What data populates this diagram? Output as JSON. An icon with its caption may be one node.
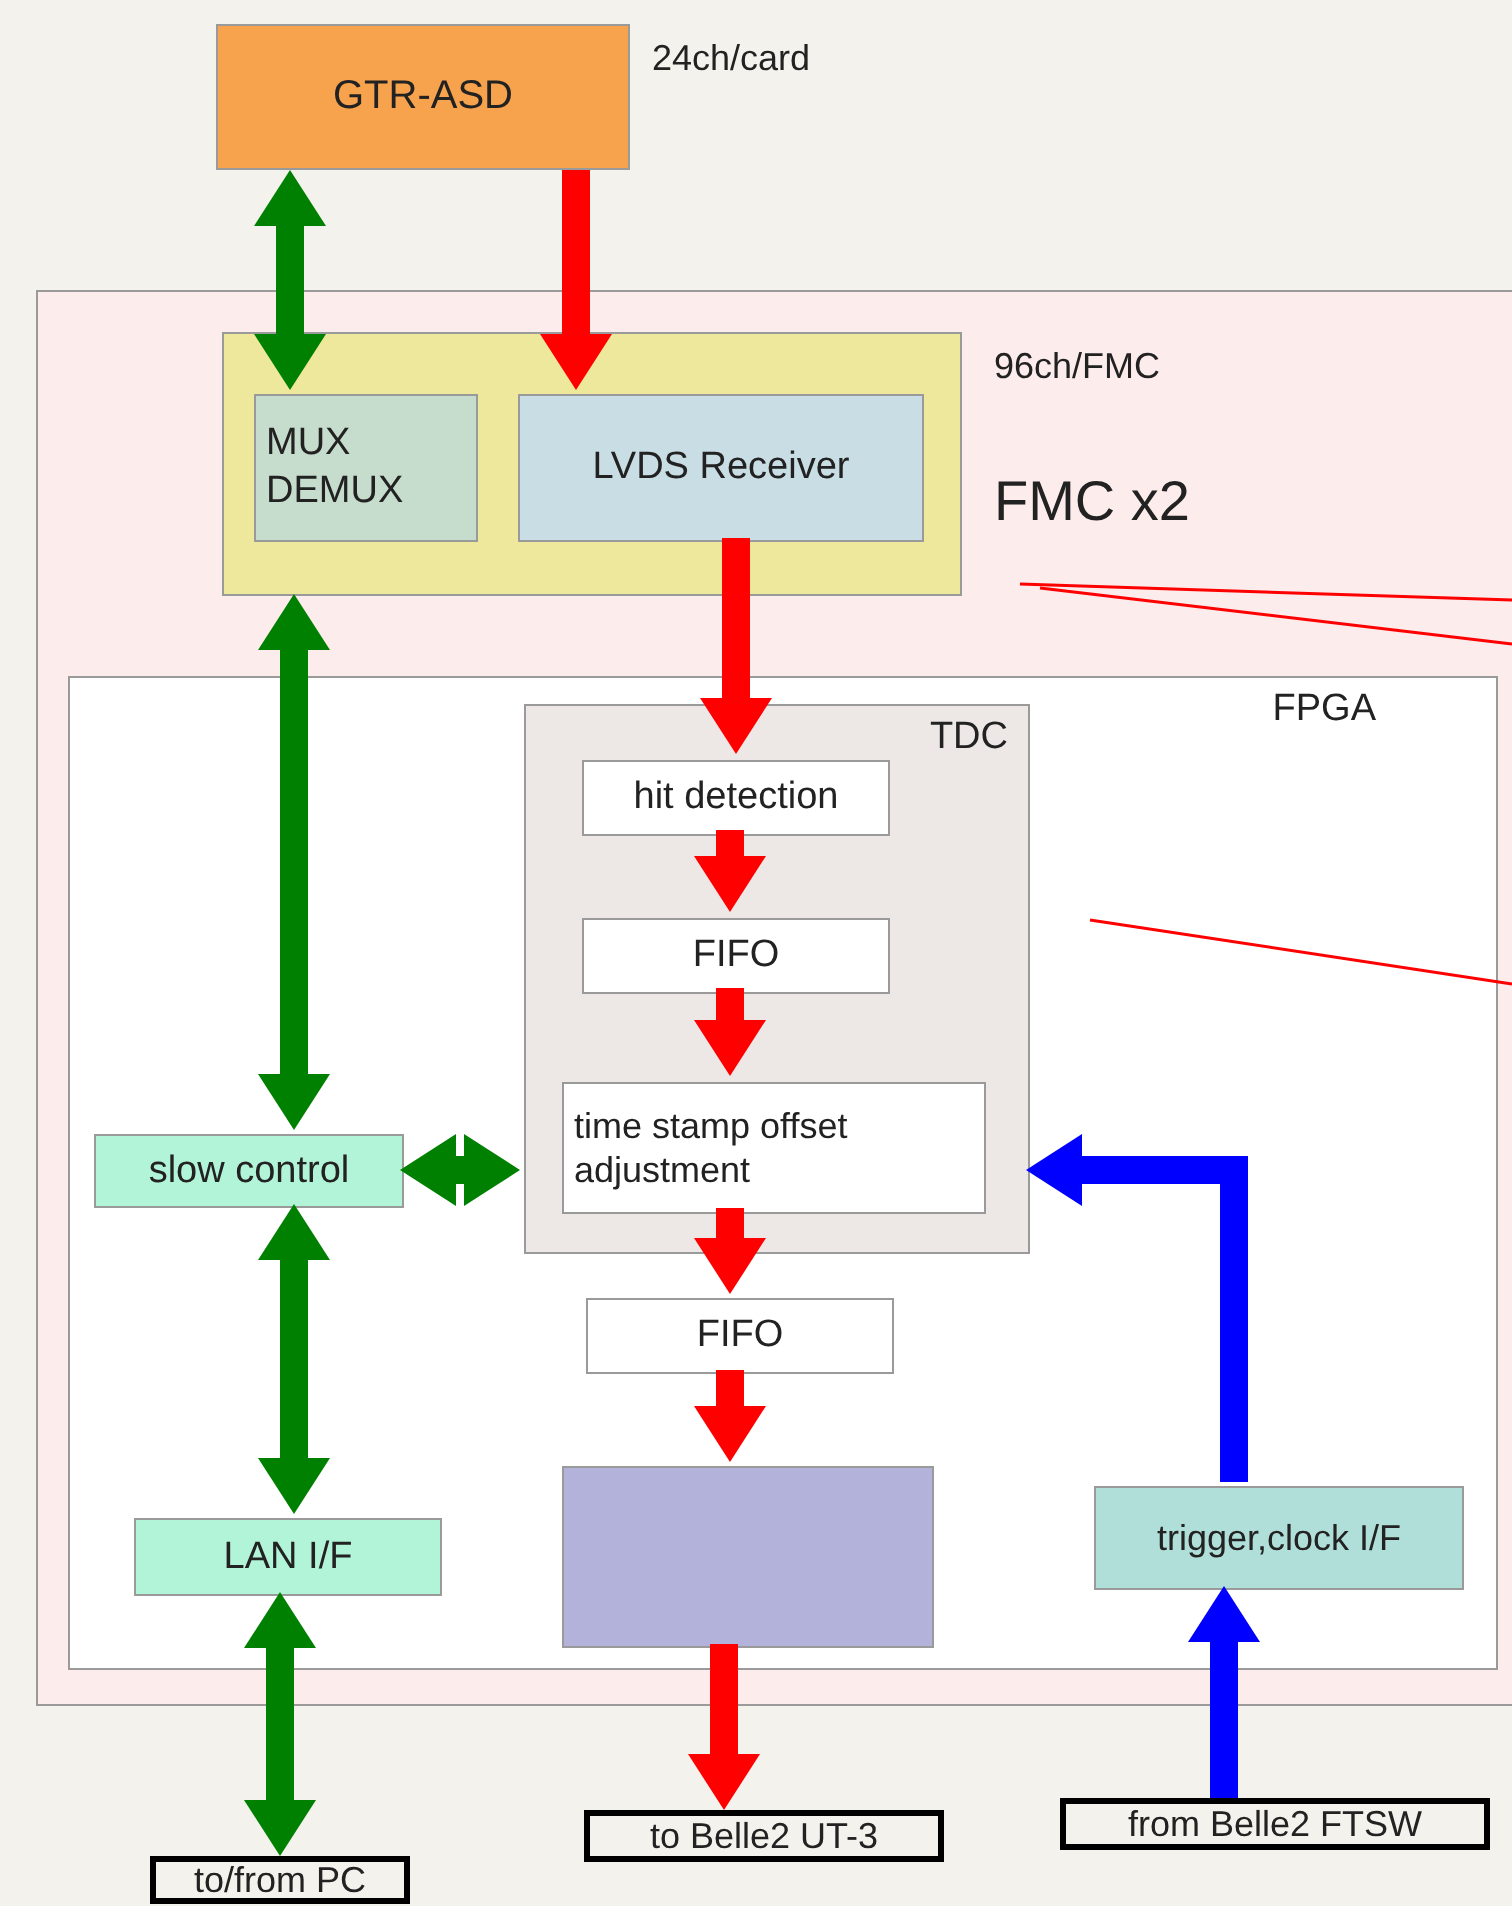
{
  "diagram": {
    "nodes": [
      {
        "text": [
          "GTR-ASD"
        ],
        "beside": [
          "24ch/card"
        ]
      },
      {
        "text": [],
        "shape": "box"
      },
      {
        "text": [],
        "shape": "box",
        "in": 1,
        "beside": [
          "96ch/FMC",
          "FMC x2"
        ]
      },
      {
        "text": [
          "MUX DEMUX"
        ],
        "in": 2
      },
      {
        "text": [
          "LVDS Receiver"
        ],
        "in": 2
      },
      {
        "text": [
          "FPGA"
        ],
        "in": 1
      },
      {
        "text": [
          "TDC"
        ],
        "in": 5
      },
      {
        "text": [
          "hit detection"
        ],
        "in": 6
      },
      {
        "text": [
          "FIFO"
        ],
        "in": 6
      },
      {
        "text": [
          "time stamp offset adjustment"
        ],
        "in": 6
      },
      {
        "text": [
          "slow control"
        ],
        "in": 5
      },
      {
        "text": [
          "FIFO"
        ],
        "in": 5
      },
      {
        "text": [],
        "shape": "box",
        "in": 5
      },
      {
        "text": [
          "LAN I/F"
        ],
        "in": 5
      },
      {
        "text": [
          "trigger,clock I/F"
        ],
        "in": 5
      },
      {
        "text": [
          "to Belle2 UT-3"
        ]
      },
      {
        "text": [
          "from Belle2 FTSW"
        ]
      },
      {
        "text": [
          "to/from PC"
        ]
      }
    ],
    "edges": [
      {
        "from": 0,
        "to": 3,
        "arrow": "both",
        "color": "#008000"
      },
      {
        "from": 0,
        "to": 4,
        "arrow": "to"
      },
      {
        "from": 2,
        "to": 10,
        "arrow": "both",
        "color": "#008000"
      },
      {
        "from": 4,
        "to": 7,
        "arrow": "to"
      },
      {
        "from": 7,
        "to": 8,
        "arrow": "to"
      },
      {
        "from": 8,
        "to": 9,
        "arrow": "to"
      },
      {
        "from": 10,
        "to": 6,
        "arrow": "both",
        "color": "#008000"
      },
      {
        "from": 9,
        "to": 11,
        "arrow": "to"
      },
      {
        "from": 11,
        "to": 12,
        "arrow": "to"
      },
      {
        "from": 10,
        "to": 13,
        "arrow": "both",
        "color": "#008000"
      },
      {
        "from": 13,
        "to": 17,
        "arrow": "both",
        "color": "#008000"
      },
      {
        "from": 12,
        "to": 15,
        "arrow": "to"
      },
      {
        "from": 14,
        "to": 6,
        "arrow": "to",
        "color": "#0000ff"
      },
      {
        "from": 16,
        "to": 14,
        "arrow": "to",
        "color": "#0000ff"
      },
      {
        "from": null,
        "to": 2,
        "arrow": "none"
      },
      {
        "from": null,
        "to": 2,
        "arrow": "none"
      },
      {
        "from": null,
        "to": 5,
        "arrow": "none"
      }
    ]
  }
}
